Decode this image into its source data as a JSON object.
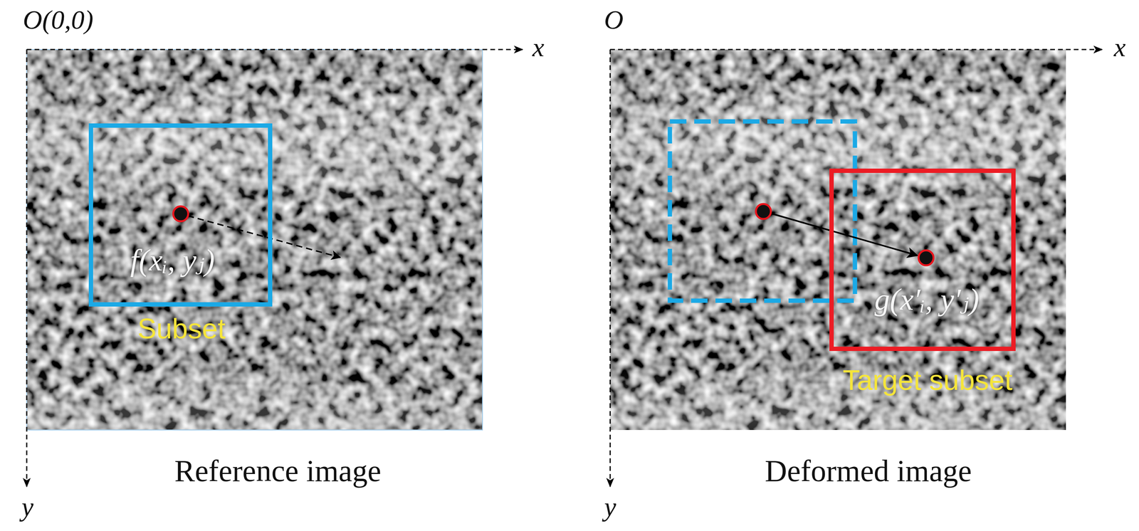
{
  "diagram": {
    "nodes": [
      {
        "text": [
          "Reference image"
        ]
      },
      {
        "text": [
          "f(xᵢ, yⱼ)",
          "Subset"
        ],
        "in": 0
      },
      {
        "text": [
          "Deformed image"
        ]
      },
      {
        "text": [
          "g(x′ᵢ, y′ⱼ)",
          "Target subset"
        ],
        "in": 2
      }
    ],
    "labels": [
      "O(0,0)",
      "x",
      "y",
      "O",
      "x",
      "y"
    ]
  }
}
